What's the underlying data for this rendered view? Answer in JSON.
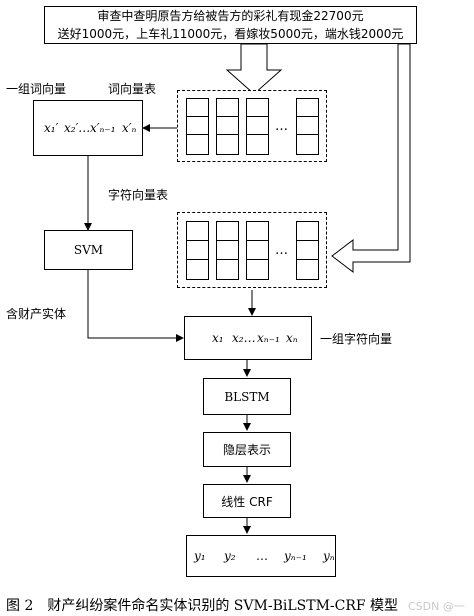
{
  "input_text": {
    "line1": "审查中查明原告方给被告方的彩礼有现金22700元",
    "line2": "送好1000元，上车礼11000元，看嫁妆5000元，端水钱2000元"
  },
  "labels": {
    "word_vector_group": "一组词向量",
    "word_vector_table": "词向量表",
    "char_vector_table": "字符向量表",
    "has_property_entity": "含财产实体",
    "char_vector_group": "一组字符向量"
  },
  "word_vector": {
    "x1": "x₁′",
    "x2": "x₂′…",
    "xn1": "x′ₙ₋₁",
    "xn": "x′ₙ"
  },
  "char_vector": {
    "x1": "x₁",
    "x2": "x₂…",
    "xn1": "xₙ₋₁",
    "xn": "xₙ"
  },
  "table_dots": "…",
  "svm_label": "SVM",
  "blstm_label": "BLSTM",
  "hidden_label": "隐层表示",
  "crf_label": "线性 CRF",
  "output_seq": {
    "y1": "y₁",
    "y2": "y₂",
    "dots": "…",
    "yn1": "yₙ₋₁",
    "yn": "yₙ"
  },
  "caption": "图 2　财产纠纷案件命名实体识别的 SVM-BiLSTM-CRF 模型",
  "watermark": "CSDN @一"
}
